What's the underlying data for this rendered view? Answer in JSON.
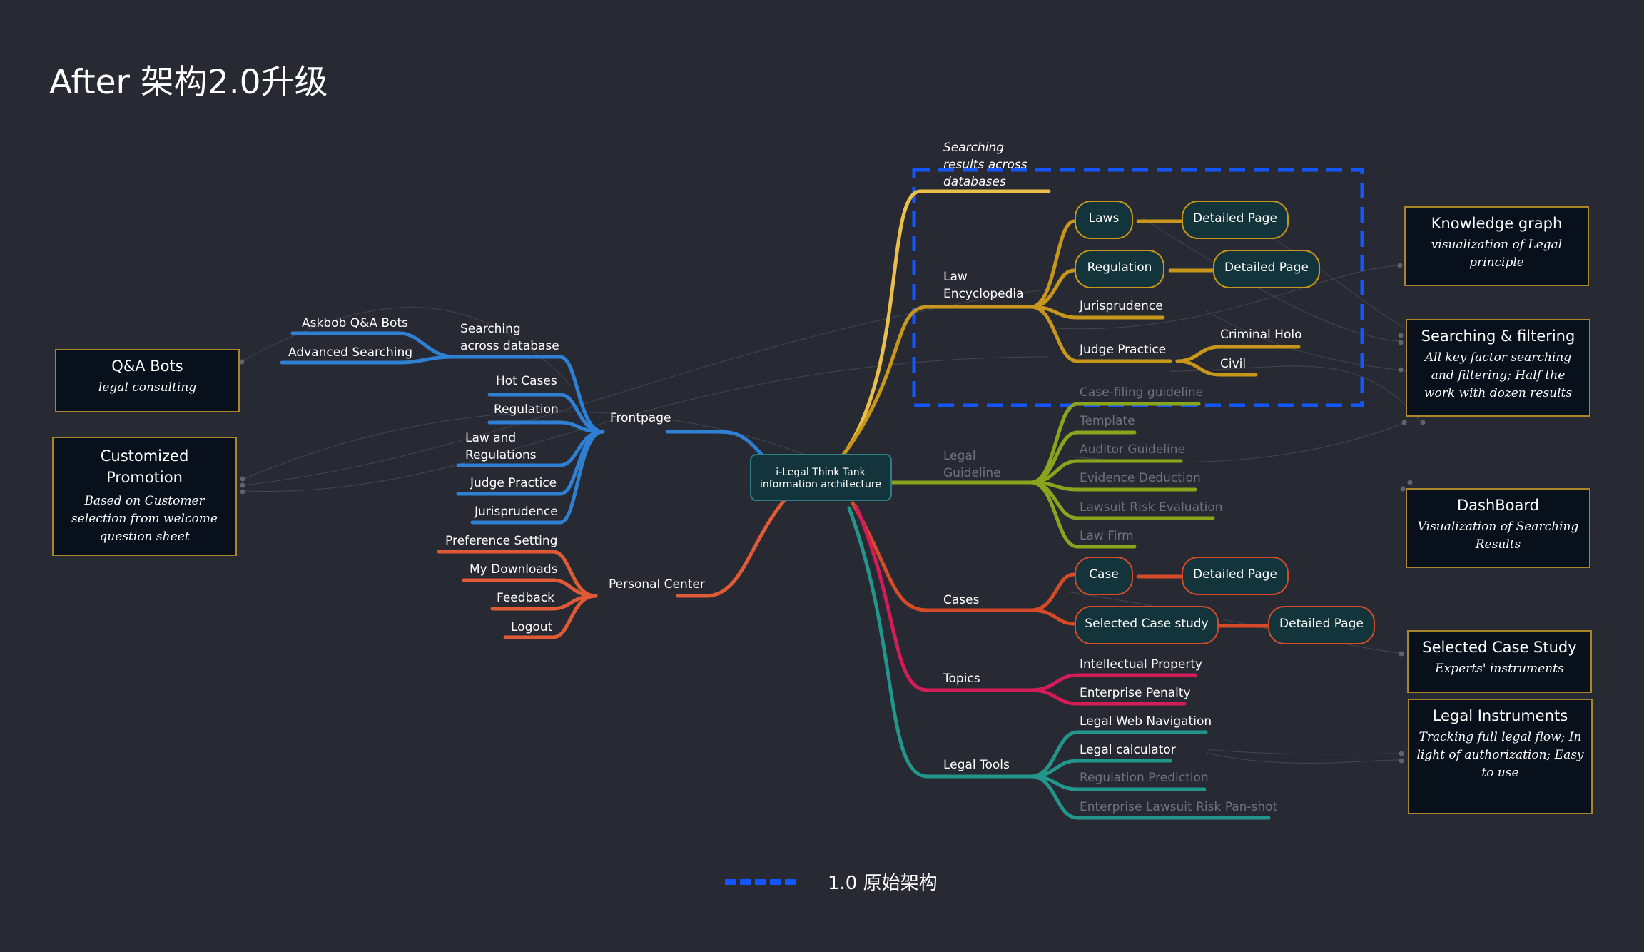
{
  "title": "After 架构2.0升级",
  "center": "i-Legal Think Tank information architecture",
  "center_lines": [
    "i-Legal Think Tank",
    "information architecture"
  ],
  "colors": {
    "background": "#282a33",
    "frontpage": "#2f7fd2",
    "personal": "#e05a35",
    "search": "#e8c04a",
    "encyclopedia": "#c8961a",
    "guideline": "#8aa51c",
    "cases": "#d64a28",
    "topics": "#d41c58",
    "tools": "#22968a",
    "dashed": "#1356ff",
    "box_border": "#a9862c"
  },
  "nodes": {
    "frontpage": "Frontpage",
    "searching_across": "Searching across database",
    "askbob": "Askbob Q&A Bots",
    "advanced": "Advanced Searching",
    "hot_cases": "Hot Cases",
    "regulation": "Regulation",
    "law_and_regulations": "Law and Regulations",
    "judge_practice_fp": "Judge Practice",
    "jurisprudence_fp": "Jurisprudence",
    "personal_center": "Personal Center",
    "preference": "Preference Setting",
    "downloads": "My Downloads",
    "feedback": "Feedback",
    "logout": "Logout",
    "search_results": "Searching results across databases",
    "law_encyclopedia": "Law Encyclopedia",
    "laws": "Laws",
    "detailed_page": "Detailed Page",
    "regulation_r": "Regulation",
    "jurisprudence_r": "Jurisprudence",
    "judge_practice_r": "Judge Practice",
    "criminal": "Criminal Holo",
    "civil": "Civil",
    "legal_guideline": "Legal Guideline",
    "case_filing": "Case-filing guideline",
    "template": "Template",
    "auditor": "Auditor Guideline",
    "evidence": "Evidence Deduction",
    "lawsuit_risk": "Lawsuit Risk Evaluation",
    "law_firm": "Law Firm",
    "cases": "Cases",
    "case": "Case",
    "selected_case": "Selected Case study",
    "topics": "Topics",
    "ip": "Intellectual Property",
    "penalty": "Enterprise Penalty",
    "legal_tools": "Legal Tools",
    "web_nav": "Legal Web Navigation",
    "calculator": "Legal calculator",
    "prediction": "Regulation Prediction",
    "panshot": "Enterprise Lawsuit Risk Pan-shot"
  },
  "boxes": {
    "qa": {
      "title": "Q&A Bots",
      "sub": "legal consulting"
    },
    "promo": {
      "title": "Customized Promotion",
      "sub": "Based on Customer selection from welcome question sheet"
    },
    "knowledge": {
      "title": "Knowledge graph",
      "sub": "visualization of Legal principle"
    },
    "searching": {
      "title": "Searching & filtering",
      "sub": "All key factor searching and filtering; Half the work with dozen results"
    },
    "dashboard": {
      "title": "DashBoard",
      "sub": "Visualization of Searching Results"
    },
    "selected": {
      "title": "Selected Case Study",
      "sub": "Experts' instruments"
    },
    "instruments": {
      "title": "Legal Instruments",
      "sub": "Tracking full legal flow; In light of authorization; Easy to use"
    }
  },
  "legend": {
    "label": "1.0 原始架构"
  }
}
